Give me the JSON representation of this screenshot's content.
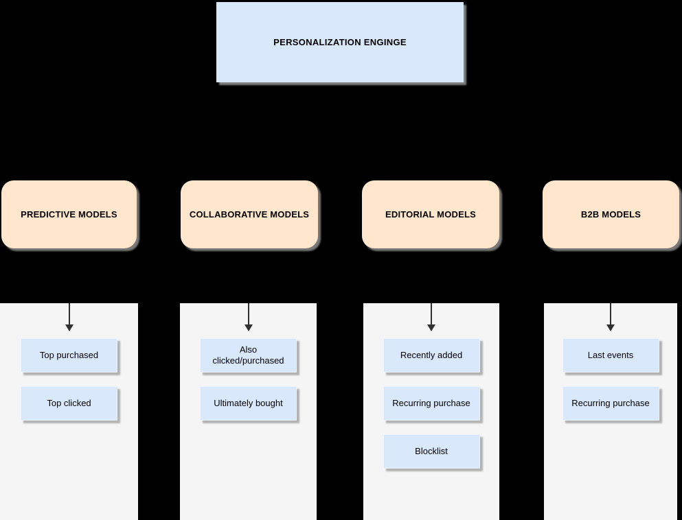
{
  "engine": {
    "label": "PERSONALIZATION ENGINGE"
  },
  "columns": [
    {
      "id": "predictive",
      "label": "PREDICTIVE MODELS",
      "items": [
        "Top purchased",
        "Top clicked"
      ]
    },
    {
      "id": "collaborative",
      "label": "COLLABORATIVE MODELS",
      "items": [
        "Also\nclicked/purchased",
        "Ultimately bought"
      ]
    },
    {
      "id": "editorial",
      "label": "EDITORIAL MODELS",
      "items": [
        "Recently added",
        "Recurring purchase",
        "Blocklist"
      ]
    },
    {
      "id": "b2b",
      "label": "B2B MODELS",
      "items": [
        "Last events",
        "Recurring purchase"
      ]
    }
  ],
  "colors": {
    "background": "#000000",
    "engine_fill": "#dae8fc",
    "category_fill": "#ffe6cc",
    "tray_fill": "#f5f5f5",
    "item_fill": "#dae8fc",
    "text": "#000000",
    "arrow": "#303030"
  }
}
